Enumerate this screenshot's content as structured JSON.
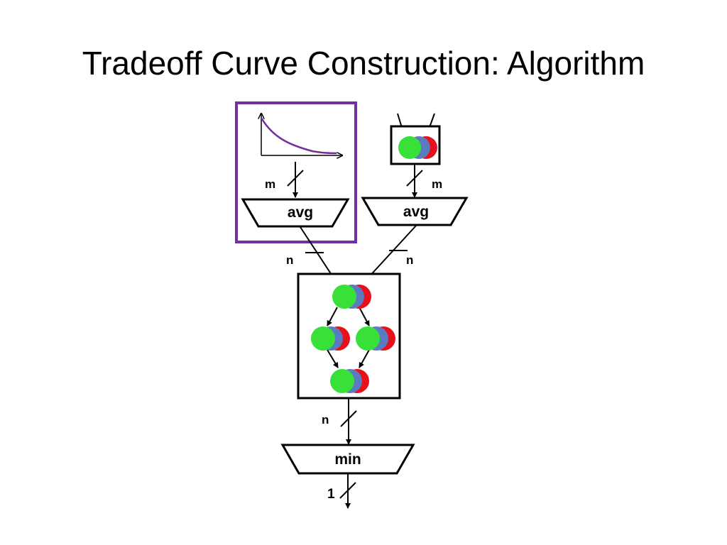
{
  "title": "Tradeoff Curve Construction: Algorithm",
  "colors": {
    "highlight_frame": "#7030a0",
    "curve": "#7030a0",
    "green": "#38e038",
    "blue": "#5b7bc0",
    "red": "#e8101b"
  },
  "operators": {
    "avg_left": "avg",
    "avg_right": "avg",
    "min": "min"
  },
  "bus_widths": {
    "curve_to_avg": "m",
    "block_to_avg": "m",
    "avg_left_out": "n",
    "avg_right_out": "n",
    "graph_out": "n",
    "min_out": "1"
  },
  "icons": [
    "tradeoff-curve-icon",
    "component-node-icon"
  ]
}
